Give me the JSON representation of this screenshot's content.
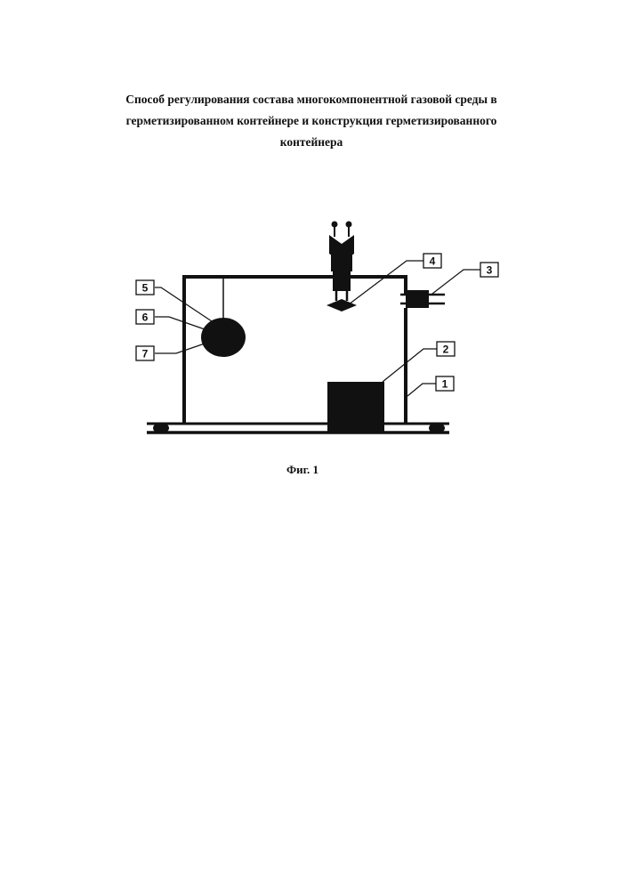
{
  "title": {
    "lines": [
      "Способ регулирования состава многокомпонентной газовой среды в",
      "герметизированном контейнере и конструкция герметизированного",
      "контейнера"
    ]
  },
  "figure": {
    "callouts": [
      "1",
      "2",
      "3",
      "4",
      "5",
      "6",
      "7"
    ],
    "caption": "Фиг. 1"
  }
}
